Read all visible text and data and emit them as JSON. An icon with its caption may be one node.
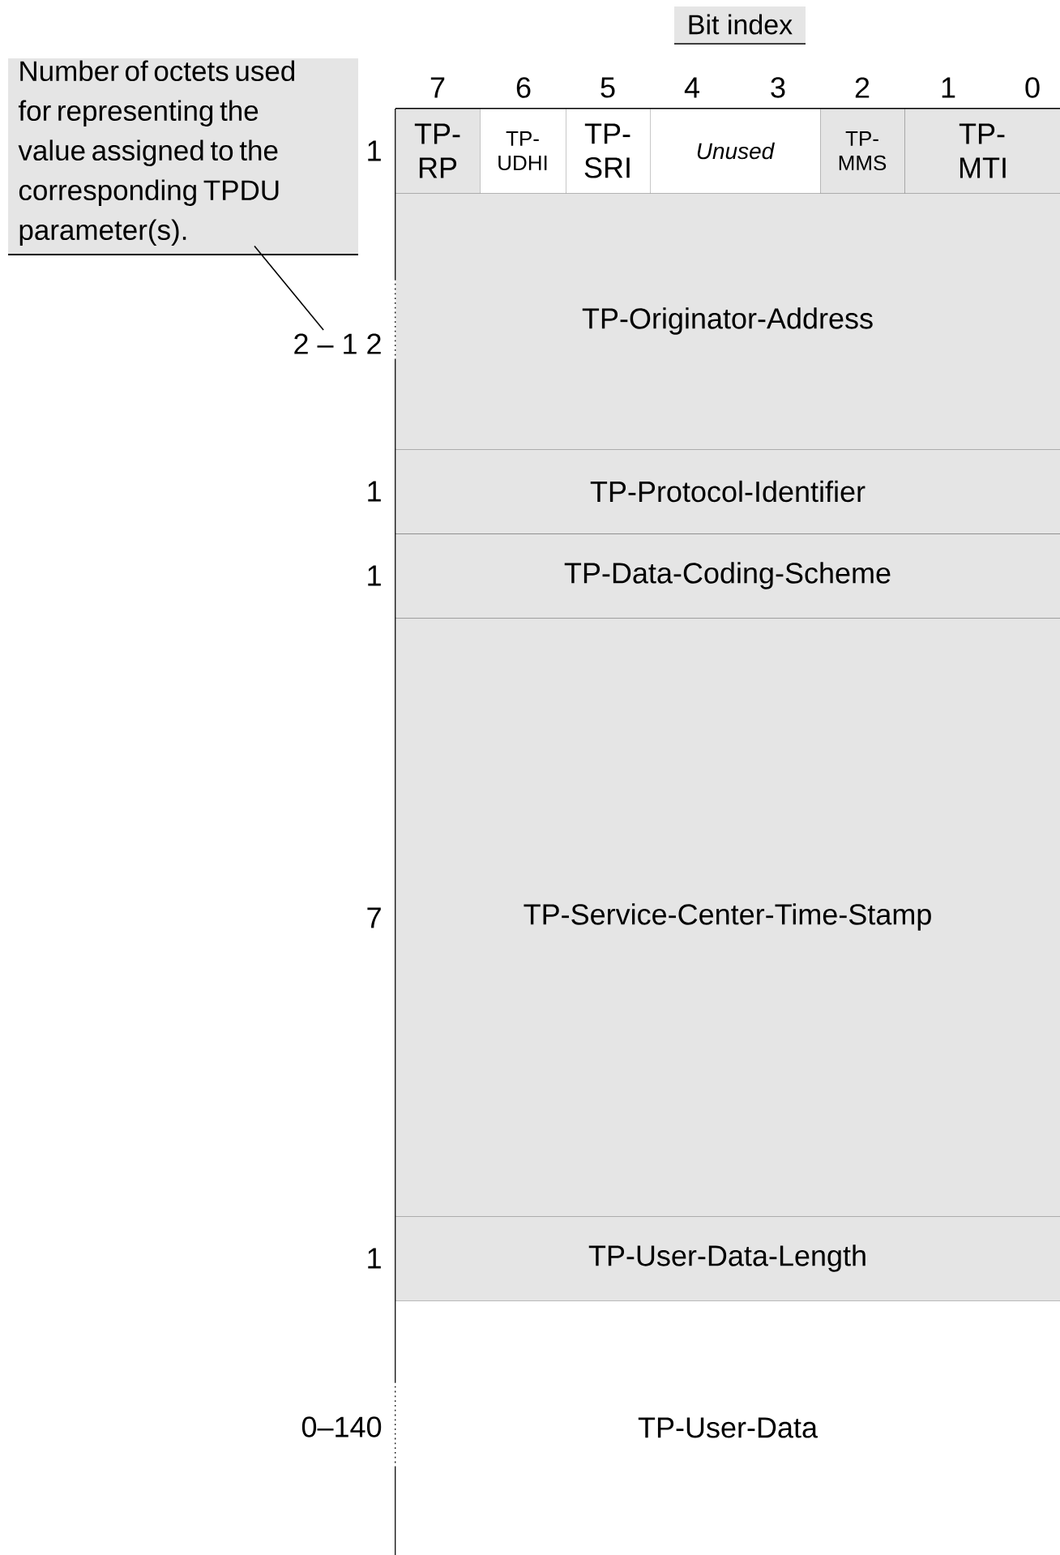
{
  "diagram": {
    "nodes": [
      {
        "text": [
          "Number of octets used for representing the value assigned to the corresponding TPDU parameter(s)."
        ]
      },
      {
        "text": [
          "2 – 1 2"
        ]
      },
      {
        "text": [
          "TP- RP"
        ]
      },
      {
        "text": [
          "TP- UDHI"
        ]
      },
      {
        "text": [
          "TP- SRI"
        ]
      },
      {
        "text": [
          "Unused"
        ]
      },
      {
        "text": [
          "TP- MMS"
        ]
      },
      {
        "text": [
          "TP- MTI"
        ]
      },
      {
        "text": [
          "TP-Originator-Address"
        ]
      },
      {
        "text": [
          "TP-Protocol-Identifier"
        ]
      },
      {
        "text": [
          "TP-Data-Coding-Scheme"
        ]
      },
      {
        "text": [
          "TP-Service-Center-Time-Stamp"
        ]
      },
      {
        "text": [
          "TP-User-Data-Length"
        ]
      },
      {
        "text": [
          "TP-User-Data"
        ]
      }
    ],
    "edges": [
      {
        "from": 0,
        "to": 1,
        "arrow": "none"
      }
    ],
    "labels": [
      "Bit index",
      "7",
      "6",
      "5",
      "4",
      "3",
      "2",
      "1",
      "0",
      "1",
      "1",
      "1",
      "7",
      "1",
      "0–140"
    ]
  }
}
